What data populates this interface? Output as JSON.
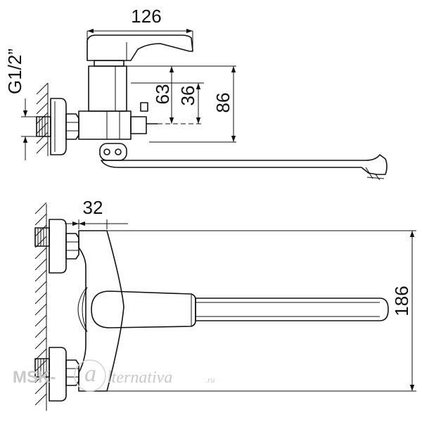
{
  "dimensions": {
    "width_top": "126",
    "thread": "G1/2”",
    "h63": "63",
    "h36": "36",
    "h86": "86",
    "offset": "32",
    "height_front": "186"
  },
  "watermark": {
    "prefix": "MSK-",
    "logo_letter": "a",
    "suffix": "lternativa",
    "domain": ".ru"
  }
}
